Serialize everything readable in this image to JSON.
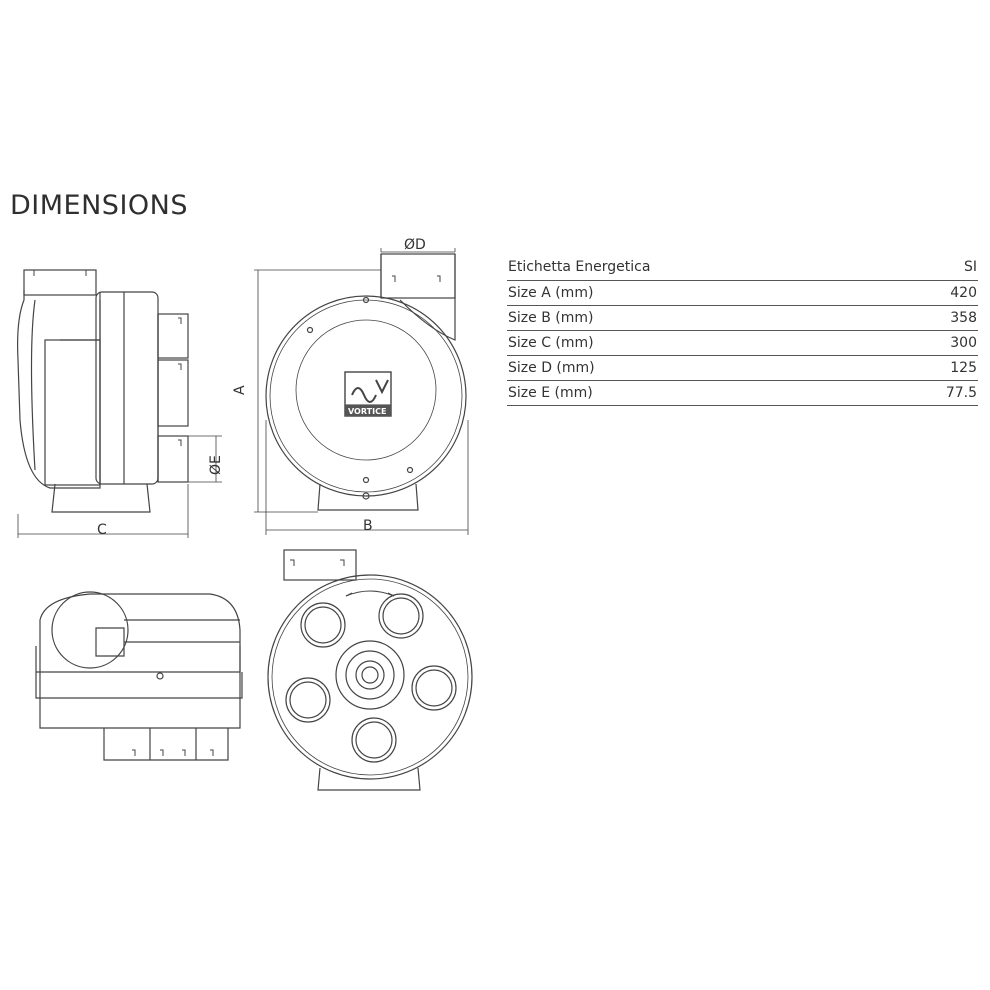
{
  "section_title": "DIMENSIONS",
  "drawing_labels": {
    "a": "A",
    "b": "B",
    "c": "C",
    "d": "ØD",
    "e": "ØE",
    "brand": "VORTICE"
  },
  "table": {
    "header": {
      "label": "Etichetta Energetica",
      "value": "SI"
    },
    "rows": [
      {
        "label": "Size A (mm)",
        "value": "420"
      },
      {
        "label": "Size B (mm)",
        "value": "358"
      },
      {
        "label": "Size C (mm)",
        "value": "300"
      },
      {
        "label": "Size D (mm)",
        "value": "125"
      },
      {
        "label": "Size E (mm)",
        "value": "77.5"
      }
    ]
  }
}
